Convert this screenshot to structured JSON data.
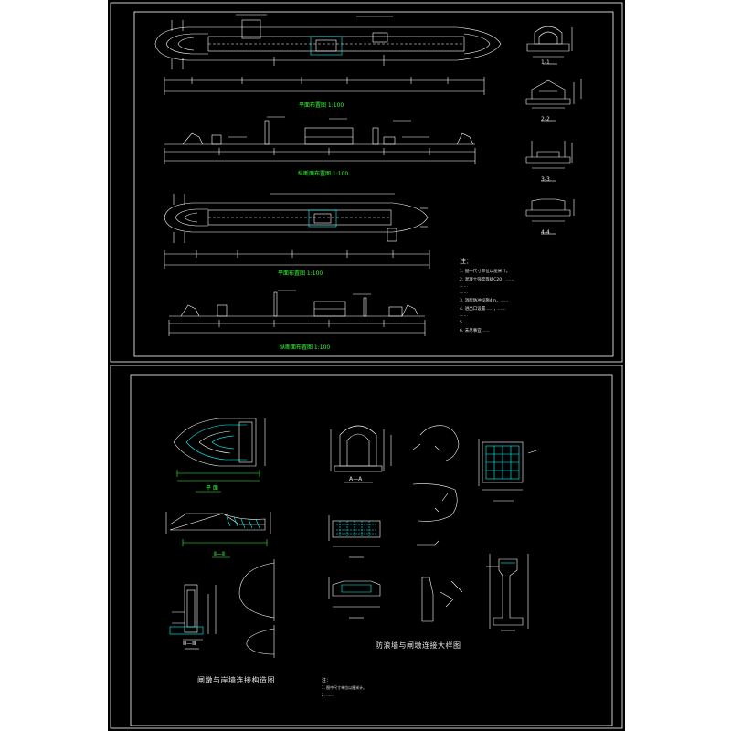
{
  "sheets": [
    {
      "views": [
        {
          "title": "平面布置图 1:100"
        },
        {
          "title": "纵断面布置图 1:100"
        },
        {
          "title": "平面布置图 1:100"
        },
        {
          "title": "纵断面布置图 1:100"
        }
      ],
      "sections": [
        "1-1",
        "2-2",
        "3-3",
        "4-4"
      ],
      "notes": {
        "heading": "注：",
        "lines": [
          "1. 图中尺寸单位以厘米计。",
          "2. 混凝土强度等级C20，……",
          "   ……",
          "   ……",
          "3. 消能防冲设施4m，……",
          "4. 进出口设置……，……",
          "   ……",
          "5. ……",
          "6. 未尽事宜……"
        ]
      }
    },
    {
      "detail_labels": [
        "平 面",
        "Ⅱ—Ⅱ",
        "Ⅲ—Ⅲ",
        "A—A"
      ],
      "title_center": "防浪墙与闸墩连接大样图",
      "title_left": "闸墩与岸墙连接构造图",
      "notes": {
        "heading": "注：",
        "lines": [
          "1. 图中尺寸单位以厘米计。",
          "2. ……"
        ]
      }
    }
  ],
  "colors": {
    "background": "#000000",
    "border": "#ffffff",
    "linework": "#ffffff",
    "title_text": "#33ff33",
    "hatch": "#00ffff",
    "accent": "#ff3333"
  }
}
